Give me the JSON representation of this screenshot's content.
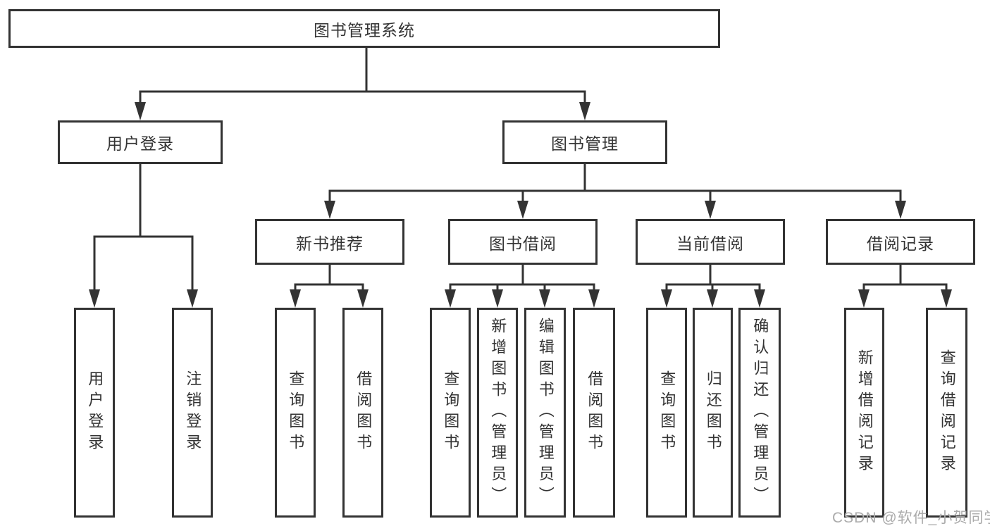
{
  "diagram_title": "图书管理系统",
  "tree": {
    "label": "图书管理系统",
    "children": [
      {
        "label": "用户登录",
        "children": [
          {
            "label": "用户登录"
          },
          {
            "label": "注销登录"
          }
        ]
      },
      {
        "label": "图书管理",
        "children": [
          {
            "label": "新书推荐",
            "children": [
              {
                "label": "查询图书"
              },
              {
                "label": "借阅图书"
              }
            ]
          },
          {
            "label": "图书借阅",
            "children": [
              {
                "label": "查询图书"
              },
              {
                "label": "新增图书（管理员）"
              },
              {
                "label": "编辑图书（管理员）"
              },
              {
                "label": "借阅图书"
              }
            ]
          },
          {
            "label": "当前借阅",
            "children": [
              {
                "label": "查询图书"
              },
              {
                "label": "归还图书"
              },
              {
                "label": "确认归还（管理员）"
              }
            ]
          },
          {
            "label": "借阅记录",
            "children": [
              {
                "label": "新增借阅记录"
              },
              {
                "label": "查询借阅记录"
              }
            ]
          }
        ]
      }
    ]
  },
  "watermark": {
    "text": "CSDN @软件_小贺同学"
  },
  "colors": {
    "line": "#333333",
    "box_border": "#333333",
    "text": "#333333",
    "background": "#ffffff",
    "watermark": "#ababab"
  }
}
